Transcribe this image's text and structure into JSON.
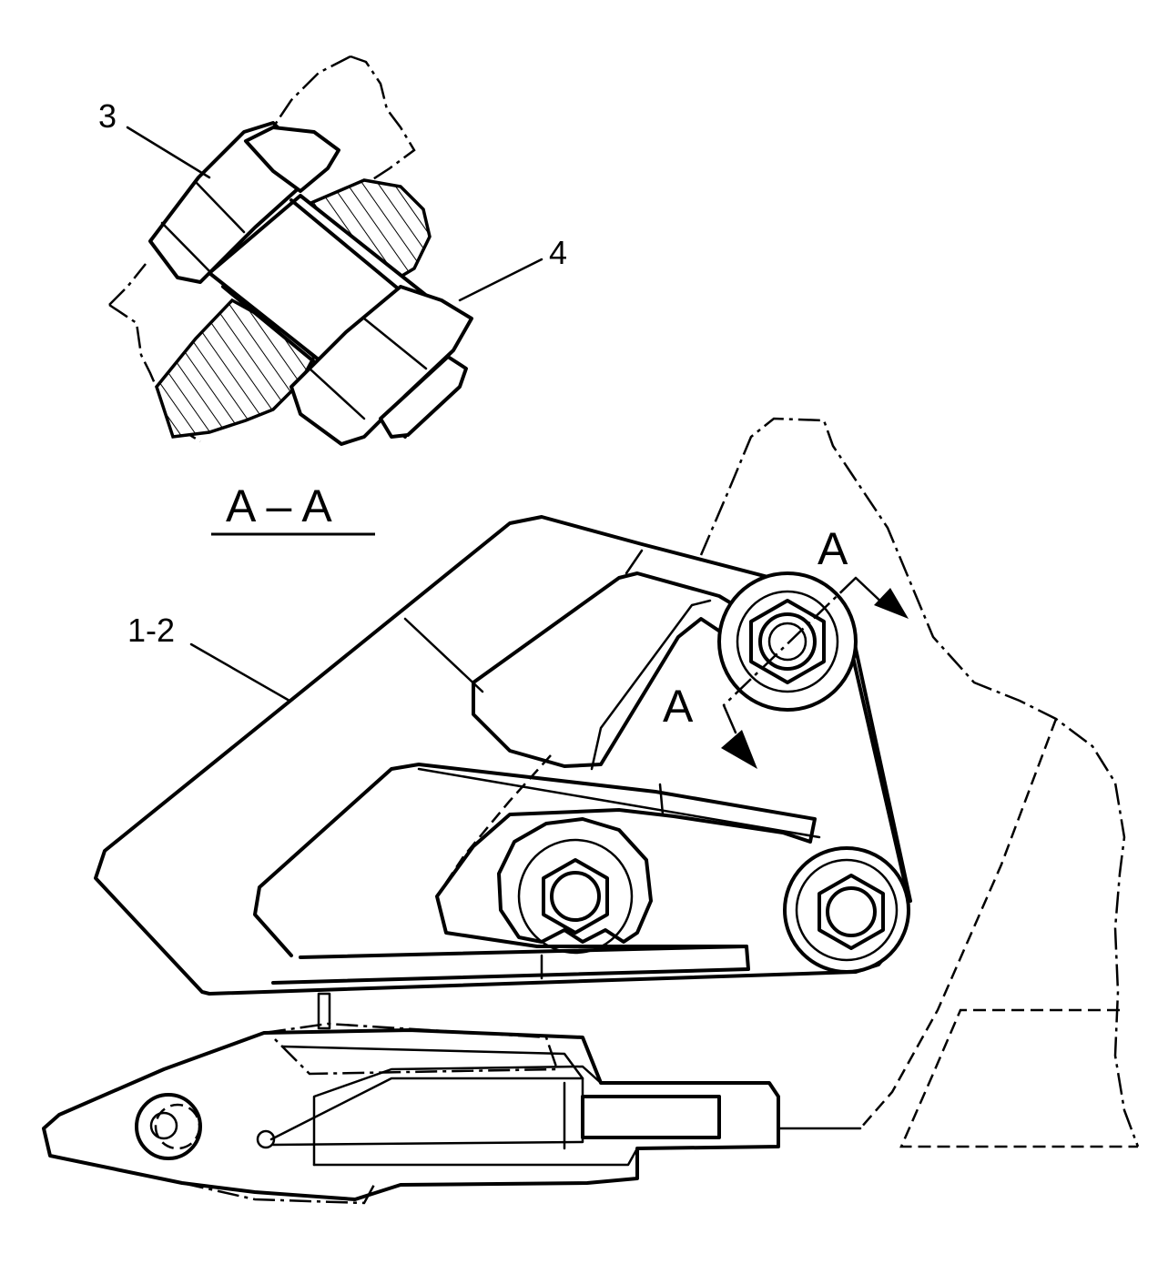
{
  "labels": {
    "callout_3": "3",
    "callout_4": "4",
    "callout_1_2": "1-2",
    "section_title": "A – A",
    "section_arrow_upper": "A",
    "section_arrow_lower": "A"
  }
}
